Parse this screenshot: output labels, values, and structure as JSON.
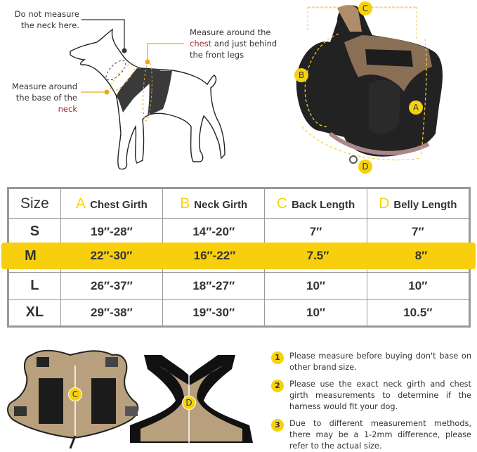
{
  "diagram": {
    "do_not_measure": [
      "Do not measure",
      "the neck here."
    ],
    "chest_label": {
      "line1": "Measure around the",
      "highlight": "chest",
      "line2_rest": " and just behind",
      "line3": "the front legs"
    },
    "neck_label": {
      "line1": "Measure around",
      "line2": "the base of the",
      "highlight": "neck"
    }
  },
  "harness_badges": {
    "a": "A",
    "b": "B",
    "c": "C",
    "d": "D"
  },
  "size_table": {
    "headers": {
      "size": "Size",
      "a_letter": "A",
      "a": "Chest Girth",
      "b_letter": "B",
      "b": "Neck Girth",
      "c_letter": "C",
      "c": "Back Length",
      "d_letter": "D",
      "d": "Belly Length"
    },
    "rows": [
      {
        "size": "S",
        "chest": "19″-28″",
        "neck": "14″-20″",
        "back": "7″",
        "belly": "7″"
      },
      {
        "size": "M",
        "chest": "22″-30″",
        "neck": "16″-22″",
        "back": "7.5″",
        "belly": "8″",
        "highlighted": true
      },
      {
        "size": "L",
        "chest": "26″-37″",
        "neck": "18″-27″",
        "back": "10″",
        "belly": "10″"
      },
      {
        "size": "XL",
        "chest": "29″-38″",
        "neck": "19″-30″",
        "back": "10″",
        "belly": "10.5″"
      }
    ],
    "highlight_color": "#f8cf0c"
  },
  "bottom_badges": {
    "c": "C",
    "d": "D"
  },
  "notes": [
    {
      "num": "1",
      "text": "Please measure before buying don't base on other brand size."
    },
    {
      "num": "2",
      "text": "Please use the exact neck girth and chest girth measurements to determine if the harness would fit your dog."
    },
    {
      "num": "3",
      "text": "Due to different measurement methods, there may be a 1-2mm difference, please refer to the actual size."
    }
  ]
}
